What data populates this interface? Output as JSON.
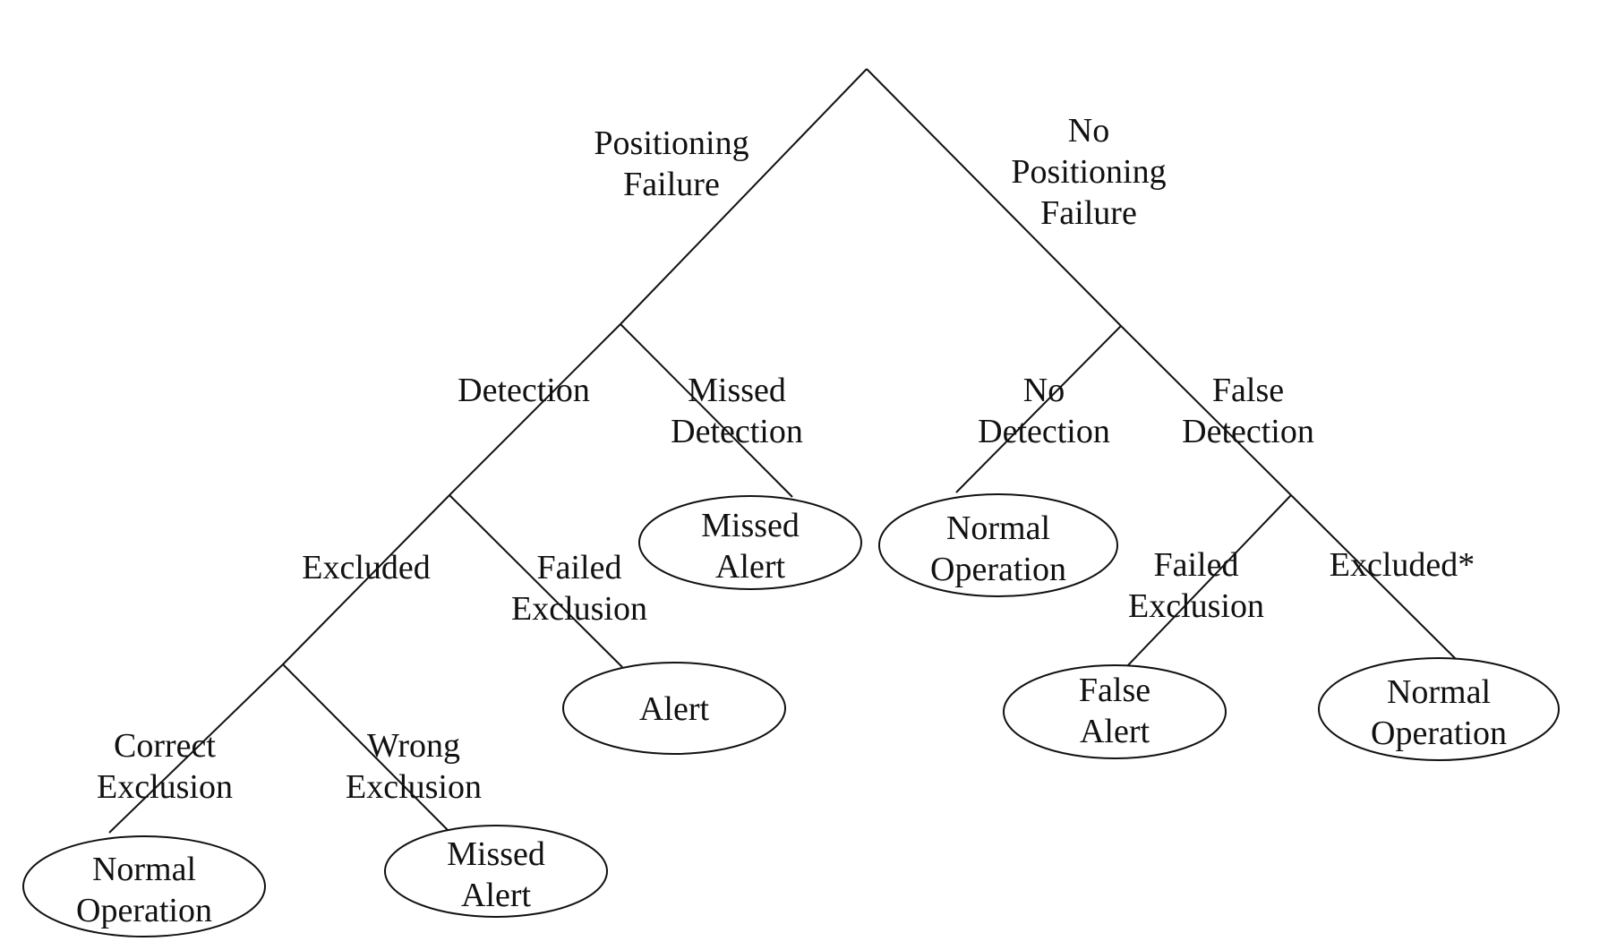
{
  "branches": {
    "positioning_failure": [
      "Positioning",
      "Failure"
    ],
    "no_positioning_failure": [
      "No",
      "Positioning",
      "Failure"
    ],
    "detection": [
      "Detection"
    ],
    "missed_detection": [
      "Missed",
      "Detection"
    ],
    "no_detection": [
      "No",
      "Detection"
    ],
    "false_detection": [
      "False",
      "Detection"
    ],
    "excluded": [
      "Excluded"
    ],
    "failed_exclusion_left": [
      "Failed",
      "Exclusion"
    ],
    "failed_exclusion_right": [
      "Failed",
      "Exclusion"
    ],
    "excluded_star": [
      "Excluded*"
    ],
    "correct_exclusion": [
      "Correct",
      "Exclusion"
    ],
    "wrong_exclusion": [
      "Wrong",
      "Exclusion"
    ]
  },
  "outcomes": {
    "missed_alert_1": [
      "Missed",
      "Alert"
    ],
    "normal_operation_1": [
      "Normal",
      "Operation"
    ],
    "alert": [
      "Alert"
    ],
    "false_alert": [
      "False",
      "Alert"
    ],
    "normal_operation_2": [
      "Normal",
      "Operation"
    ],
    "normal_operation_3": [
      "Normal",
      "Operation"
    ],
    "missed_alert_2": [
      "Missed",
      "Alert"
    ]
  }
}
